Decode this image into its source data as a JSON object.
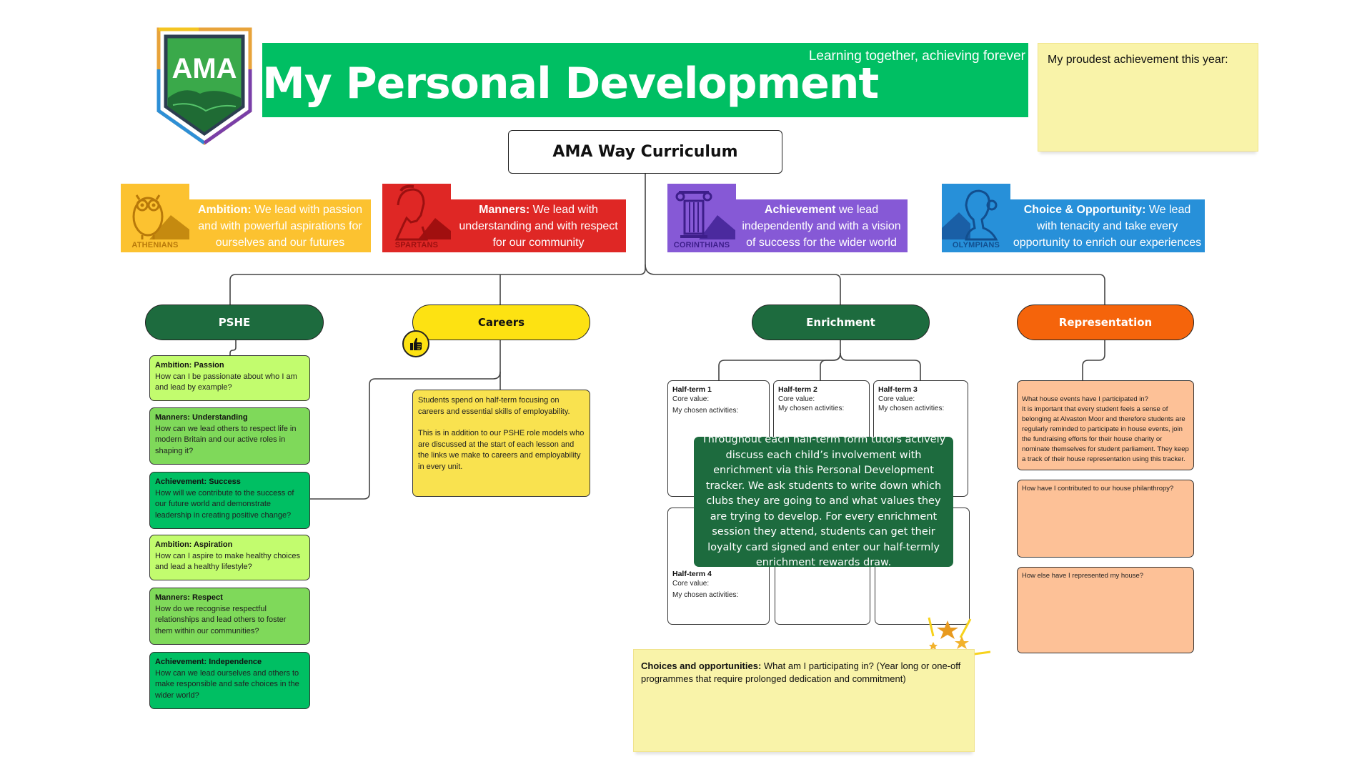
{
  "colors": {
    "header_green": "#00bf63",
    "ambition": "#fcc230",
    "manners": "#df2725",
    "achievement": "#8659d6",
    "choice": "#2790d9",
    "pshe_pill": "#1d6b3e",
    "careers_pill": "#fde212",
    "enrichment_pill": "#1d6b3e",
    "representation_pill": "#f5640b",
    "sticky_yellow": "#f9f3a9",
    "rep_card": "#fdc197"
  },
  "logo": {
    "text": "AMA",
    "icon": "shield-logo-icon"
  },
  "header": {
    "title": "My Personal Development",
    "tagline": "Learning together, achieving forever"
  },
  "proudest": {
    "label": "My proudest achievement this year:"
  },
  "curriculum": {
    "title": "AMA Way Curriculum"
  },
  "houses": [
    {
      "name": "ATHENIANS",
      "icon": "owl-icon",
      "value": "Ambition:",
      "text": " We lead with passion and with powerful aspirations for ourselves and our futures"
    },
    {
      "name": "SPARTANS",
      "icon": "spartan-helmet-icon",
      "value": "Manners:",
      "text": " We lead with understanding and with respect for our community"
    },
    {
      "name": "CORINTHIANS",
      "icon": "column-icon",
      "value": "Achievement",
      "text": " we lead independently and with a vision of success for the wider world"
    },
    {
      "name": "OLYMPIANS",
      "icon": "goddess-bust-icon",
      "value": "Choice & Opportunity:",
      "text": " We lead with tenacity and take every opportunity to enrich our experiences"
    }
  ],
  "pillars": {
    "pshe": "PSHE",
    "careers": "Careers",
    "enrichment": "Enrichment",
    "representation": "Representation"
  },
  "pshe_cards": [
    {
      "title": "Ambition: Passion",
      "text": "How can I be passionate about who I am and lead by example?"
    },
    {
      "title": "Manners: Understanding",
      "text": "How can we lead others to respect life in modern Britain and our active roles in shaping it?"
    },
    {
      "title": "Achievement: Success",
      "text": "How will we contribute to the success of our future world and demonstrate leadership in creating positive change?"
    },
    {
      "title": "Ambition: Aspiration",
      "text": "How can I aspire to make healthy choices and lead a healthy lifestyle?"
    },
    {
      "title": "Manners: Respect",
      "text": "How do we recognise respectful relationships and lead others to foster them within our communities?"
    },
    {
      "title": "Achievement: Independence",
      "text": "How can we lead ourselves and others to make responsible and safe choices in the wider world?"
    }
  ],
  "careers_info": {
    "p1": "Students spend on half-term focusing on careers and essential skills of employability.",
    "p2": "This is in addition to our PSHE role models who are discussed at the start of each lesson and the links we make to careers and employability in every unit."
  },
  "half_terms": [
    {
      "title": "Half-term 1",
      "core": "Core value:",
      "activities": "My chosen activities:"
    },
    {
      "title": "Half-term 2",
      "core": "Core value:",
      "activities": "My chosen activities:"
    },
    {
      "title": "Half-term 3",
      "core": "Core value:",
      "activities": "My chosen activities:"
    },
    {
      "title": "Half-term 4",
      "core": "Core value:",
      "activities": "My chosen activities:"
    }
  ],
  "enrichment_note": "Throughout each half-term form tutors actively discuss each child’s involvement with enrichment via this Personal Development tracker. We ask students to write down which clubs they are going to and what values they are trying to develop. For every enrichment session they attend, students can get their loyalty card signed and enter our half-termly enrichment rewards draw.",
  "representation_cards": [
    {
      "text": "What house events have I participated in?\nIt is important that every student feels a sense of belonging at Alvaston Moor and therefore students are regularly reminded to participate in house events, join the fundraising efforts for their house charity or nominate themselves for student parliament. They keep a track of their house representation using this tracker."
    },
    {
      "text": "How have I contributed to our house philanthropy?"
    },
    {
      "text": "How else have I represented my house?"
    }
  ],
  "choices": {
    "label": "Choices and opportunities:",
    "text": " What am I participating in? (Year long or one-off programmes that require prolonged dedication and commitment)"
  }
}
